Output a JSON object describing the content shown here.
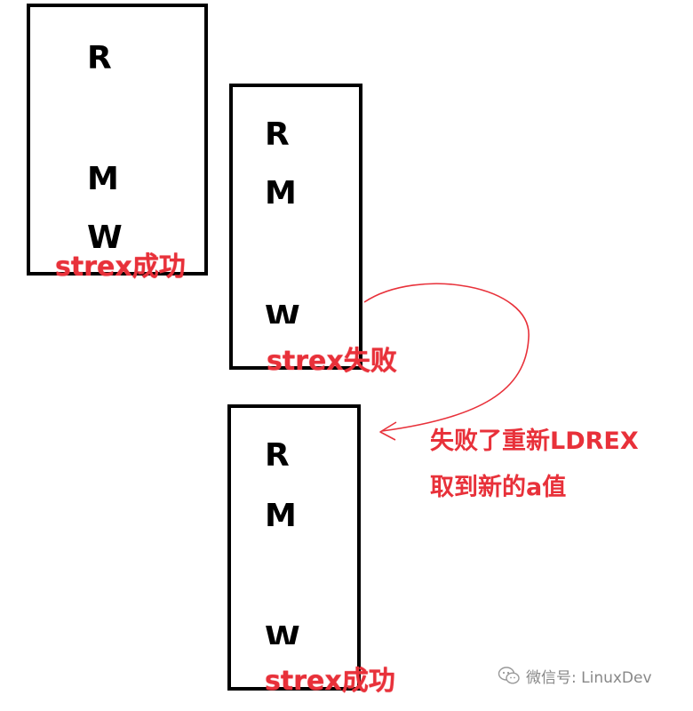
{
  "blocks": [
    {
      "letters": [
        "R",
        "M",
        "W"
      ],
      "status": "strex成功"
    },
    {
      "letters": [
        "R",
        "M",
        "W"
      ],
      "status": "strex失败"
    },
    {
      "letters": [
        "R",
        "M",
        "W"
      ],
      "status": "strex成功"
    }
  ],
  "retry_note": {
    "line1": "失败了重新LDREX",
    "line2": "取到新的a值"
  },
  "watermark": {
    "text": "微信号: LinuxDev"
  },
  "colors": {
    "box_border": "#000000",
    "label_red": "#e8313a",
    "watermark_gray": "#888888"
  }
}
